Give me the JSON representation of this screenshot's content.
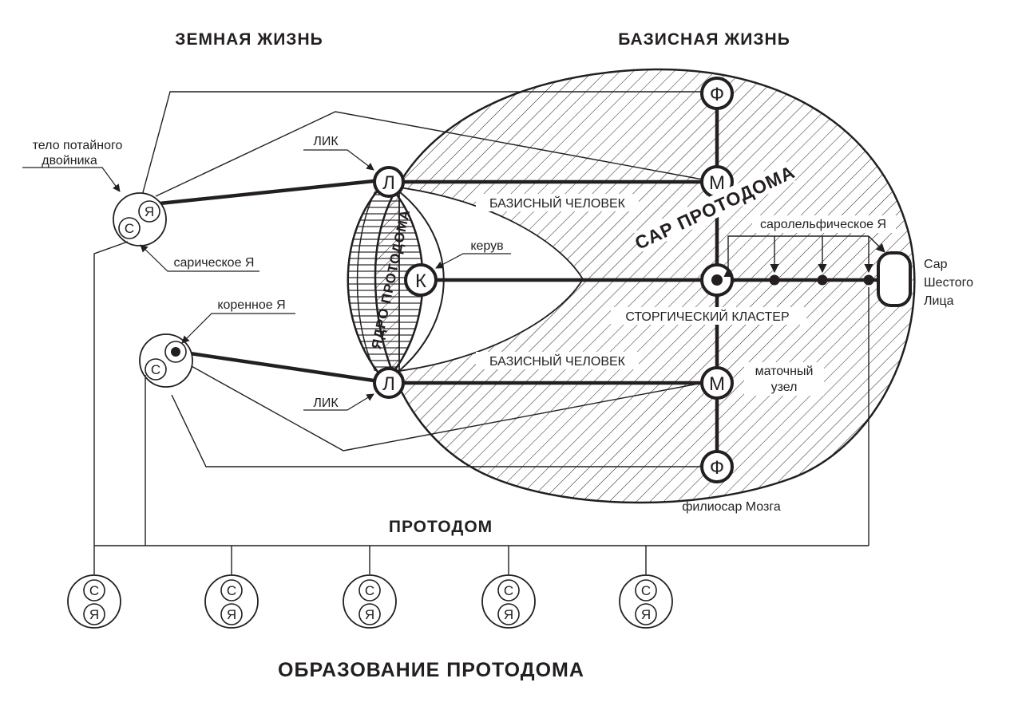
{
  "headings": {
    "earthly_life": "ЗЕМНАЯ ЖИЗНЬ",
    "basic_life": "БАЗИСНАЯ ЖИЗНЬ",
    "protodom": "ПРОТОДОМ",
    "formation": "ОБРАЗОВАНИЕ ПРОТОДОМА"
  },
  "labels": {
    "secret_double_1": "тело потайного",
    "secret_double_2": "двойника",
    "sarich_self": "сарическое Я",
    "root_self": "коренное Я",
    "lik_top": "ЛИК",
    "lik_bottom": "ЛИК",
    "keruv": "керув",
    "basic_human_top": "БАЗИСНЫЙ ЧЕЛОВЕК",
    "basic_human_bottom": "БАЗИСНЫЙ ЧЕЛОВЕК",
    "sar_protodom": "САР ПРОТОДОМА",
    "core_protodom": "ЯДРО ПРОТОДОМА",
    "sarodelph_self": "саролельфическое Я",
    "storgic_cluster": "СТОРГИЧЕСКИЙ КЛАСТЕР",
    "uterine_node_1": "маточный",
    "uterine_node_2": "узел",
    "filiosar": "филиосар Мозга",
    "sar_sixth_1": "Сар",
    "sar_sixth_2": "Шестого",
    "sar_sixth_3": "Лица"
  },
  "nodes": {
    "F": "Ф",
    "M": "М",
    "L": "Л",
    "K": "К",
    "S": "С",
    "Ya": "Я"
  }
}
